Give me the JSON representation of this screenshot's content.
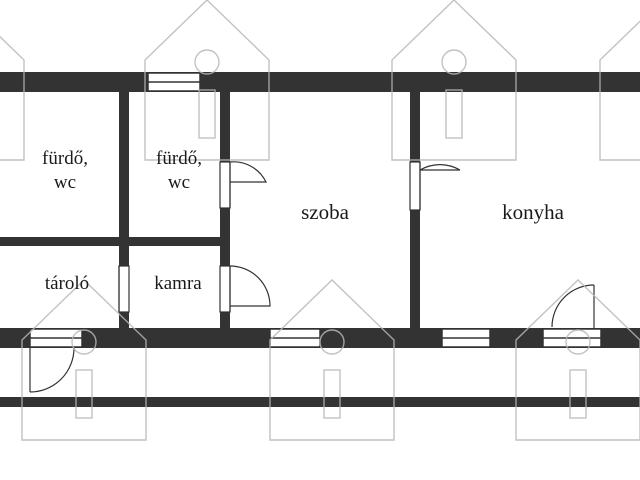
{
  "rooms": {
    "bath_left": {
      "line1": "fürdő,",
      "line2": "wc"
    },
    "bath_right": {
      "line1": "fürdő,",
      "line2": "wc"
    },
    "storage": "tároló",
    "pantry": "kamra",
    "room": "szoba",
    "kitchen": "konyha"
  },
  "colors": {
    "wall": "#333333",
    "watermark": "#b8b8b8",
    "background": "#ffffff"
  },
  "icons": [
    "house-watermark-icon",
    "door-swing-icon",
    "window-icon"
  ]
}
